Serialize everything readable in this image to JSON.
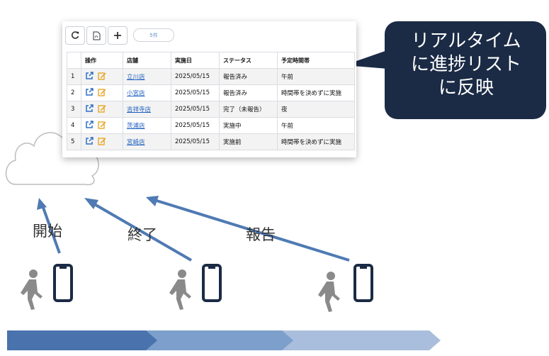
{
  "toolbar": {
    "refresh_icon": "refresh-icon",
    "pdf_icon": "pdf-file-icon",
    "add_icon": "plus-icon",
    "count_label": "5件"
  },
  "table": {
    "headers": [
      "",
      "操作",
      "店舗",
      "実施日",
      "ステータス",
      "予定時間帯"
    ],
    "rows": [
      {
        "no": "1",
        "store": "立川店",
        "date": "2025/05/15",
        "status": "報告済み",
        "time": "午前"
      },
      {
        "no": "2",
        "store": "小宮店",
        "date": "2025/05/15",
        "status": "報告済み",
        "time": "時間帯を決めずに実施"
      },
      {
        "no": "3",
        "store": "吉祥寺店",
        "date": "2025/05/15",
        "status": "完了（未報告）",
        "time": "夜"
      },
      {
        "no": "4",
        "store": "茨浦店",
        "date": "2025/05/15",
        "status": "実施中",
        "time": "午前"
      },
      {
        "no": "5",
        "store": "宮崎店",
        "date": "2025/05/15",
        "status": "実施前",
        "time": "時間帯を決めずに実施"
      }
    ]
  },
  "callout": {
    "lines": [
      "リアルタイム",
      "に進捗リスト",
      "に反映"
    ],
    "color": "#1b2b45"
  },
  "labels": {
    "start": "開始",
    "end": "終了",
    "report": "報告"
  },
  "colors": {
    "arrow": "#4f7ab3",
    "chevron_1": "#4a72ad",
    "chevron_2": "#7c9fcb",
    "chevron_3": "#a8bedc",
    "phone": "#1b2b45",
    "person": "#8a8a8a",
    "edit_icon": "#e8a21a",
    "link_icon": "#2f6fc7"
  }
}
